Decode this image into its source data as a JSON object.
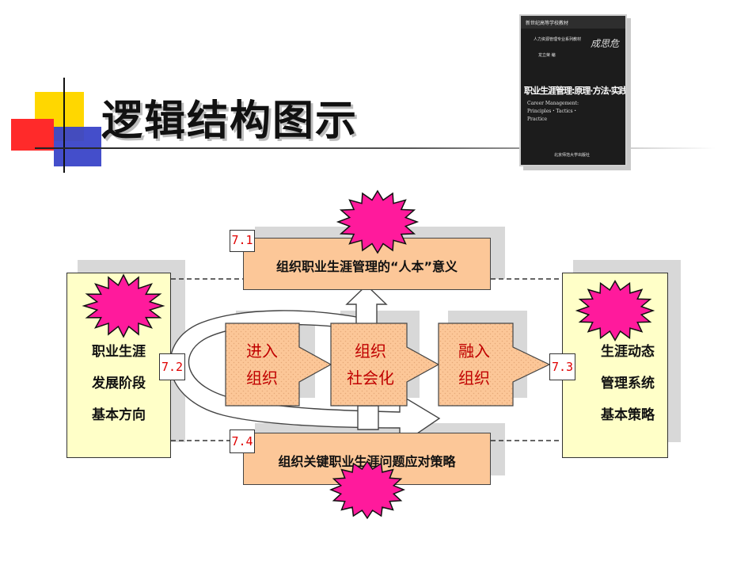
{
  "title": "逻辑结构图示",
  "book": {
    "series": "新世纪高等学校教材",
    "series_sub": "人力资源管理专业系列教材",
    "author": "成思危",
    "title_cn": "职业生涯管理:原理·方法·实践",
    "title_en_1": "Career Management:",
    "title_en_2": "Principles・Tactics・",
    "title_en_3": "Practice",
    "editor": "龙立荣 编",
    "publisher": "北京师范大学出版社"
  },
  "diagram": {
    "top_bar": {
      "number": "7.1",
      "label": "组织职业生涯管理的“人本”意义"
    },
    "bottom_bar": {
      "number": "7.4",
      "label": "组织关键职业生涯问题应对策略"
    },
    "left_box": {
      "number": "7.2",
      "lines": [
        "职业生涯",
        "发展阶段",
        "基本方向"
      ]
    },
    "right_box": {
      "number": "7.3",
      "lines": [
        "生涯动态",
        "管理系统",
        "基本策略"
      ]
    },
    "stages": [
      {
        "lines": [
          "进入",
          "组织"
        ]
      },
      {
        "lines": [
          "组织",
          "社会化"
        ]
      },
      {
        "lines": [
          "融入",
          "组织"
        ]
      }
    ]
  },
  "colors": {
    "starburst": "#ff1a9c",
    "peach": "#fcc798",
    "side_box": "#ffffc8",
    "number_text": "#e00000",
    "stage_text": "#c00000"
  },
  "icons": [
    "starburst-icon"
  ]
}
